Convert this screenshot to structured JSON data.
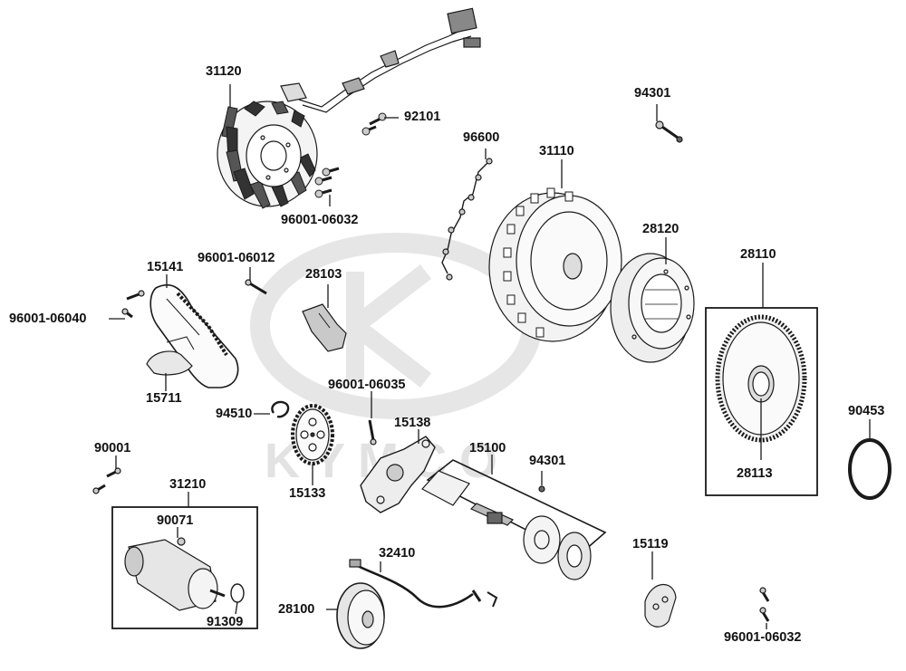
{
  "brand": {
    "watermark": "KYMCO",
    "watermark_color": "#e2e2e2"
  },
  "line_color": "#1a1a1a",
  "part_labels": {
    "p31120": "31120",
    "p92101": "92101",
    "p94301_top": "94301",
    "p96600": "96600",
    "p31110": "31110",
    "p96001_06032_top": "96001-06032",
    "p28120": "28120",
    "p28110": "28110",
    "p96001_06012": "96001-06012",
    "p15141": "15141",
    "p28103": "28103",
    "p96001_06040": "96001-06040",
    "p15711": "15711",
    "p96001_06035": "96001-06035",
    "p94510": "94510",
    "p15138": "15138",
    "p90453": "90453",
    "p90001": "90001",
    "p15100": "15100",
    "p94301_mid": "94301",
    "p28113": "28113",
    "p31210": "31210",
    "p15133": "15133",
    "p90071": "90071",
    "p32410": "32410",
    "p15119": "15119",
    "p28100": "28100",
    "p91309": "91309",
    "p96001_06032_bottom": "96001-06032"
  }
}
